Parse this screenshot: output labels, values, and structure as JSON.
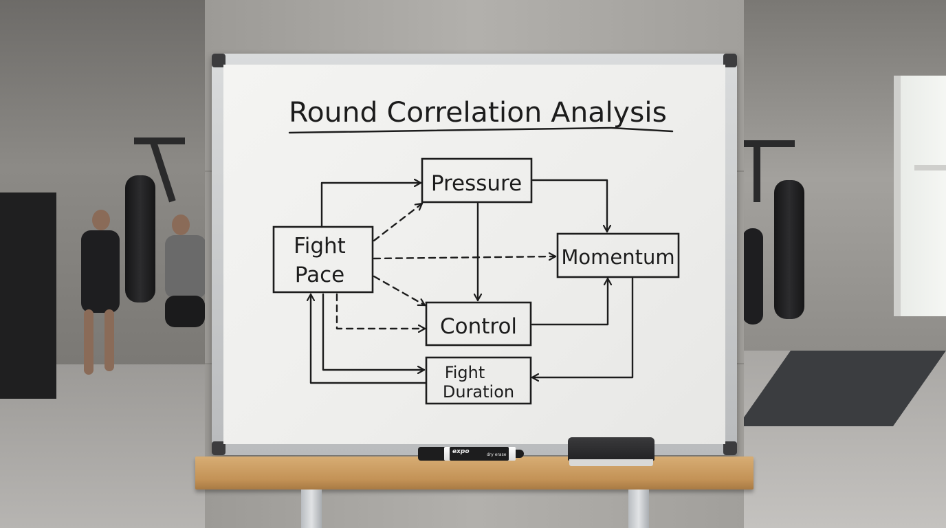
{
  "diagram": {
    "title": "Round Correlation Analysis",
    "nodes": {
      "pressure": "Pressure",
      "fight_pace_line1": "Fight",
      "fight_pace_line2": "Pace",
      "momentum": "Momentum",
      "control": "Control",
      "fight_duration_line1": "Fight",
      "fight_duration_line2": "Duration"
    },
    "edges": [
      {
        "from": "Fight Pace",
        "to": "Pressure",
        "style": "solid"
      },
      {
        "from": "Fight Pace",
        "to": "Pressure",
        "style": "dashed"
      },
      {
        "from": "Fight Pace",
        "to": "Momentum",
        "style": "dashed"
      },
      {
        "from": "Fight Pace",
        "to": "Control",
        "style": "dashed"
      },
      {
        "from": "Fight Pace",
        "to": "Control",
        "style": "dashed"
      },
      {
        "from": "Fight Pace",
        "to": "Fight Duration",
        "style": "solid"
      },
      {
        "from": "Fight Duration",
        "to": "Fight Pace",
        "style": "solid"
      },
      {
        "from": "Pressure",
        "to": "Momentum",
        "style": "solid"
      },
      {
        "from": "Pressure",
        "to": "Control",
        "style": "solid"
      },
      {
        "from": "Control",
        "to": "Momentum",
        "style": "solid"
      },
      {
        "from": "Momentum",
        "to": "Fight Duration",
        "style": "solid"
      }
    ]
  },
  "marker": {
    "brand": "expo",
    "sub": "dry erase"
  },
  "colors": {
    "ink": "#1c1c1c",
    "board": "#f2f2f0",
    "frame": "#c8cacc",
    "shelf": "#c99a5e"
  }
}
